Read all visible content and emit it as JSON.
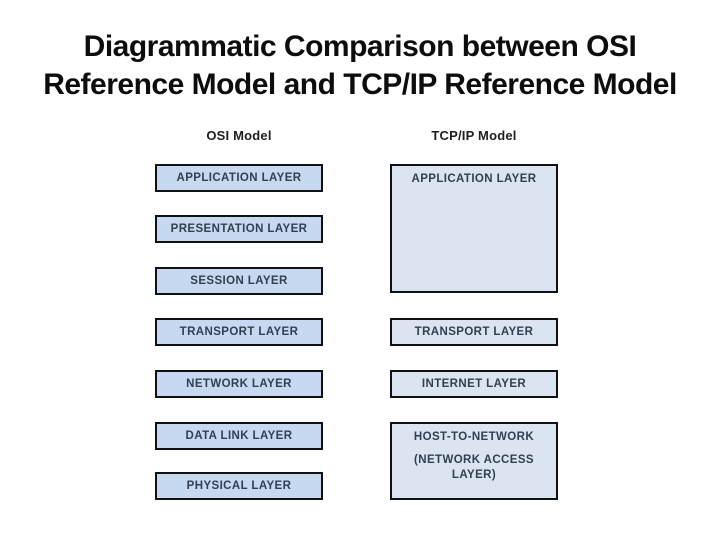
{
  "title": {
    "line1": "Diagrammatic Comparison between OSI",
    "line2": "Reference Model and TCP/IP Reference Model"
  },
  "osi": {
    "header": "OSI Model",
    "layers": [
      "APPLICATION LAYER",
      "PRESENTATION LAYER",
      "SESSION LAYER",
      "TRANSPORT LAYER",
      "NETWORK LAYER",
      "DATA LINK LAYER",
      "PHYSICAL LAYER"
    ]
  },
  "tcpip": {
    "header": "TCP/IP Model",
    "application_label": "APPLICATION LAYER",
    "transport_label": "TRANSPORT LAYER",
    "internet_label": "INTERNET LAYER",
    "host_line1": "HOST-TO-NETWORK",
    "host_line2": "(NETWORK ACCESS LAYER)"
  },
  "colors": {
    "background": "#ffffff",
    "title_text": "#0d0d0d",
    "header_text": "#1f1f1f",
    "osi_box_fill": "#c7d9f1",
    "tcpip_box_fill": "#dbe5f1",
    "box_border": "#111111",
    "box_text": "#333f50"
  }
}
